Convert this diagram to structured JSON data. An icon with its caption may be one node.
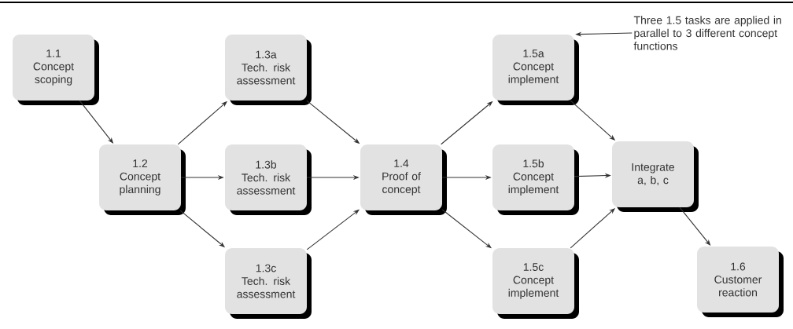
{
  "diagram": {
    "nodes": [
      {
        "text": [
          "1.1",
          "Concept scoping"
        ]
      },
      {
        "text": [
          "1.2",
          "Concept planning"
        ]
      },
      {
        "text": [
          "1.3a",
          "Tech. risk assessment"
        ]
      },
      {
        "text": [
          "1.3b",
          "Tech. risk assessment"
        ]
      },
      {
        "text": [
          "1.3c",
          "Tech. risk assessment"
        ]
      },
      {
        "text": [
          "1.4",
          "Proof of concept"
        ]
      },
      {
        "text": [
          "1.5a",
          "Concept implement"
        ]
      },
      {
        "text": [
          "1.5b",
          "Concept implement"
        ]
      },
      {
        "text": [
          "1.5c",
          "Concept implement"
        ]
      },
      {
        "text": [
          "Integrate a, b, c"
        ]
      },
      {
        "text": [
          "1.6",
          "Customer reaction"
        ]
      },
      {
        "text": [
          "Three 1.5 tasks are applied in parallel to 3 different concept functions"
        ]
      }
    ],
    "edges": [
      {
        "from": 0,
        "to": 1,
        "arrow": "to"
      },
      {
        "from": 1,
        "to": 2,
        "arrow": "to"
      },
      {
        "from": 1,
        "to": 3,
        "arrow": "to"
      },
      {
        "from": 1,
        "to": 4,
        "arrow": "to"
      },
      {
        "from": 2,
        "to": 5,
        "arrow": "to"
      },
      {
        "from": 3,
        "to": 5,
        "arrow": "to"
      },
      {
        "from": 4,
        "to": 5,
        "arrow": "to"
      },
      {
        "from": 5,
        "to": 6,
        "arrow": "to"
      },
      {
        "from": 5,
        "to": 7,
        "arrow": "to"
      },
      {
        "from": 5,
        "to": 8,
        "arrow": "to"
      },
      {
        "from": 6,
        "to": 9,
        "arrow": "to"
      },
      {
        "from": 7,
        "to": 9,
        "arrow": "to"
      },
      {
        "from": 8,
        "to": 9,
        "arrow": "to"
      },
      {
        "from": 9,
        "to": 10,
        "arrow": "to"
      },
      {
        "from": 11,
        "to": 6,
        "arrow": "to"
      }
    ]
  }
}
